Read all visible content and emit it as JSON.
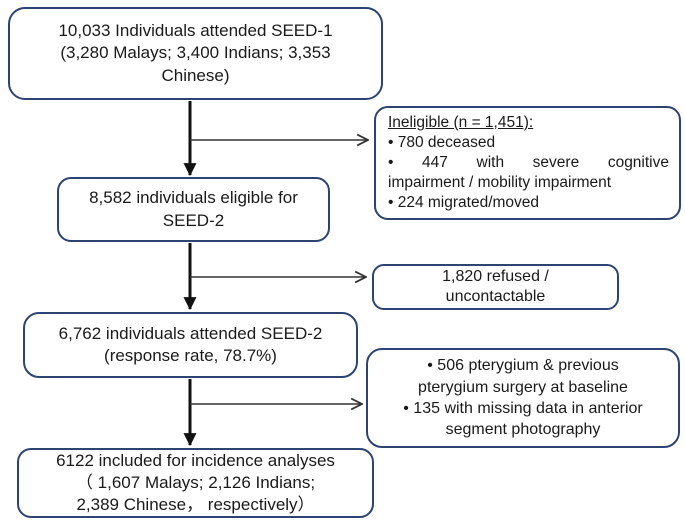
{
  "title": "SEED study participant flow diagram",
  "colors": {
    "box_border": "#2d4372",
    "text": "#1a1a1a",
    "arrow_vertical": "#111111",
    "arrow_horizontal": "#333333",
    "background": "#ffffff"
  },
  "boxes": {
    "seed1": {
      "lines": [
        "10,033 Individuals attended SEED-1",
        "(3,280 Malays; 3,400 Indians; 3,353",
        "Chinese)"
      ]
    },
    "ineligible": {
      "heading": "Ineligible (n = 1,451):",
      "lines": [
        "• 780 deceased",
        "• 447 with severe cognitive",
        "impairment / mobility impairment",
        "• 224 migrated/moved"
      ]
    },
    "eligible": {
      "lines": [
        "8,582 individuals eligible for",
        "SEED-2"
      ]
    },
    "refused": {
      "lines": [
        "1,820 refused /",
        "uncontactable"
      ]
    },
    "attended_seed2": {
      "lines": [
        "6,762 individuals attended SEED-2",
        "(response rate, 78.7%)"
      ]
    },
    "excluded": {
      "lines": [
        "• 506 pterygium & previous",
        "pterygium surgery at baseline",
        "• 135 with missing data in anterior",
        "segment photography"
      ]
    },
    "included": {
      "lines": [
        "6122 included for incidence analyses",
        "（ 1,607 Malays; 2,126 Indians;",
        "2,389 Chinese，  respectively）"
      ]
    }
  }
}
